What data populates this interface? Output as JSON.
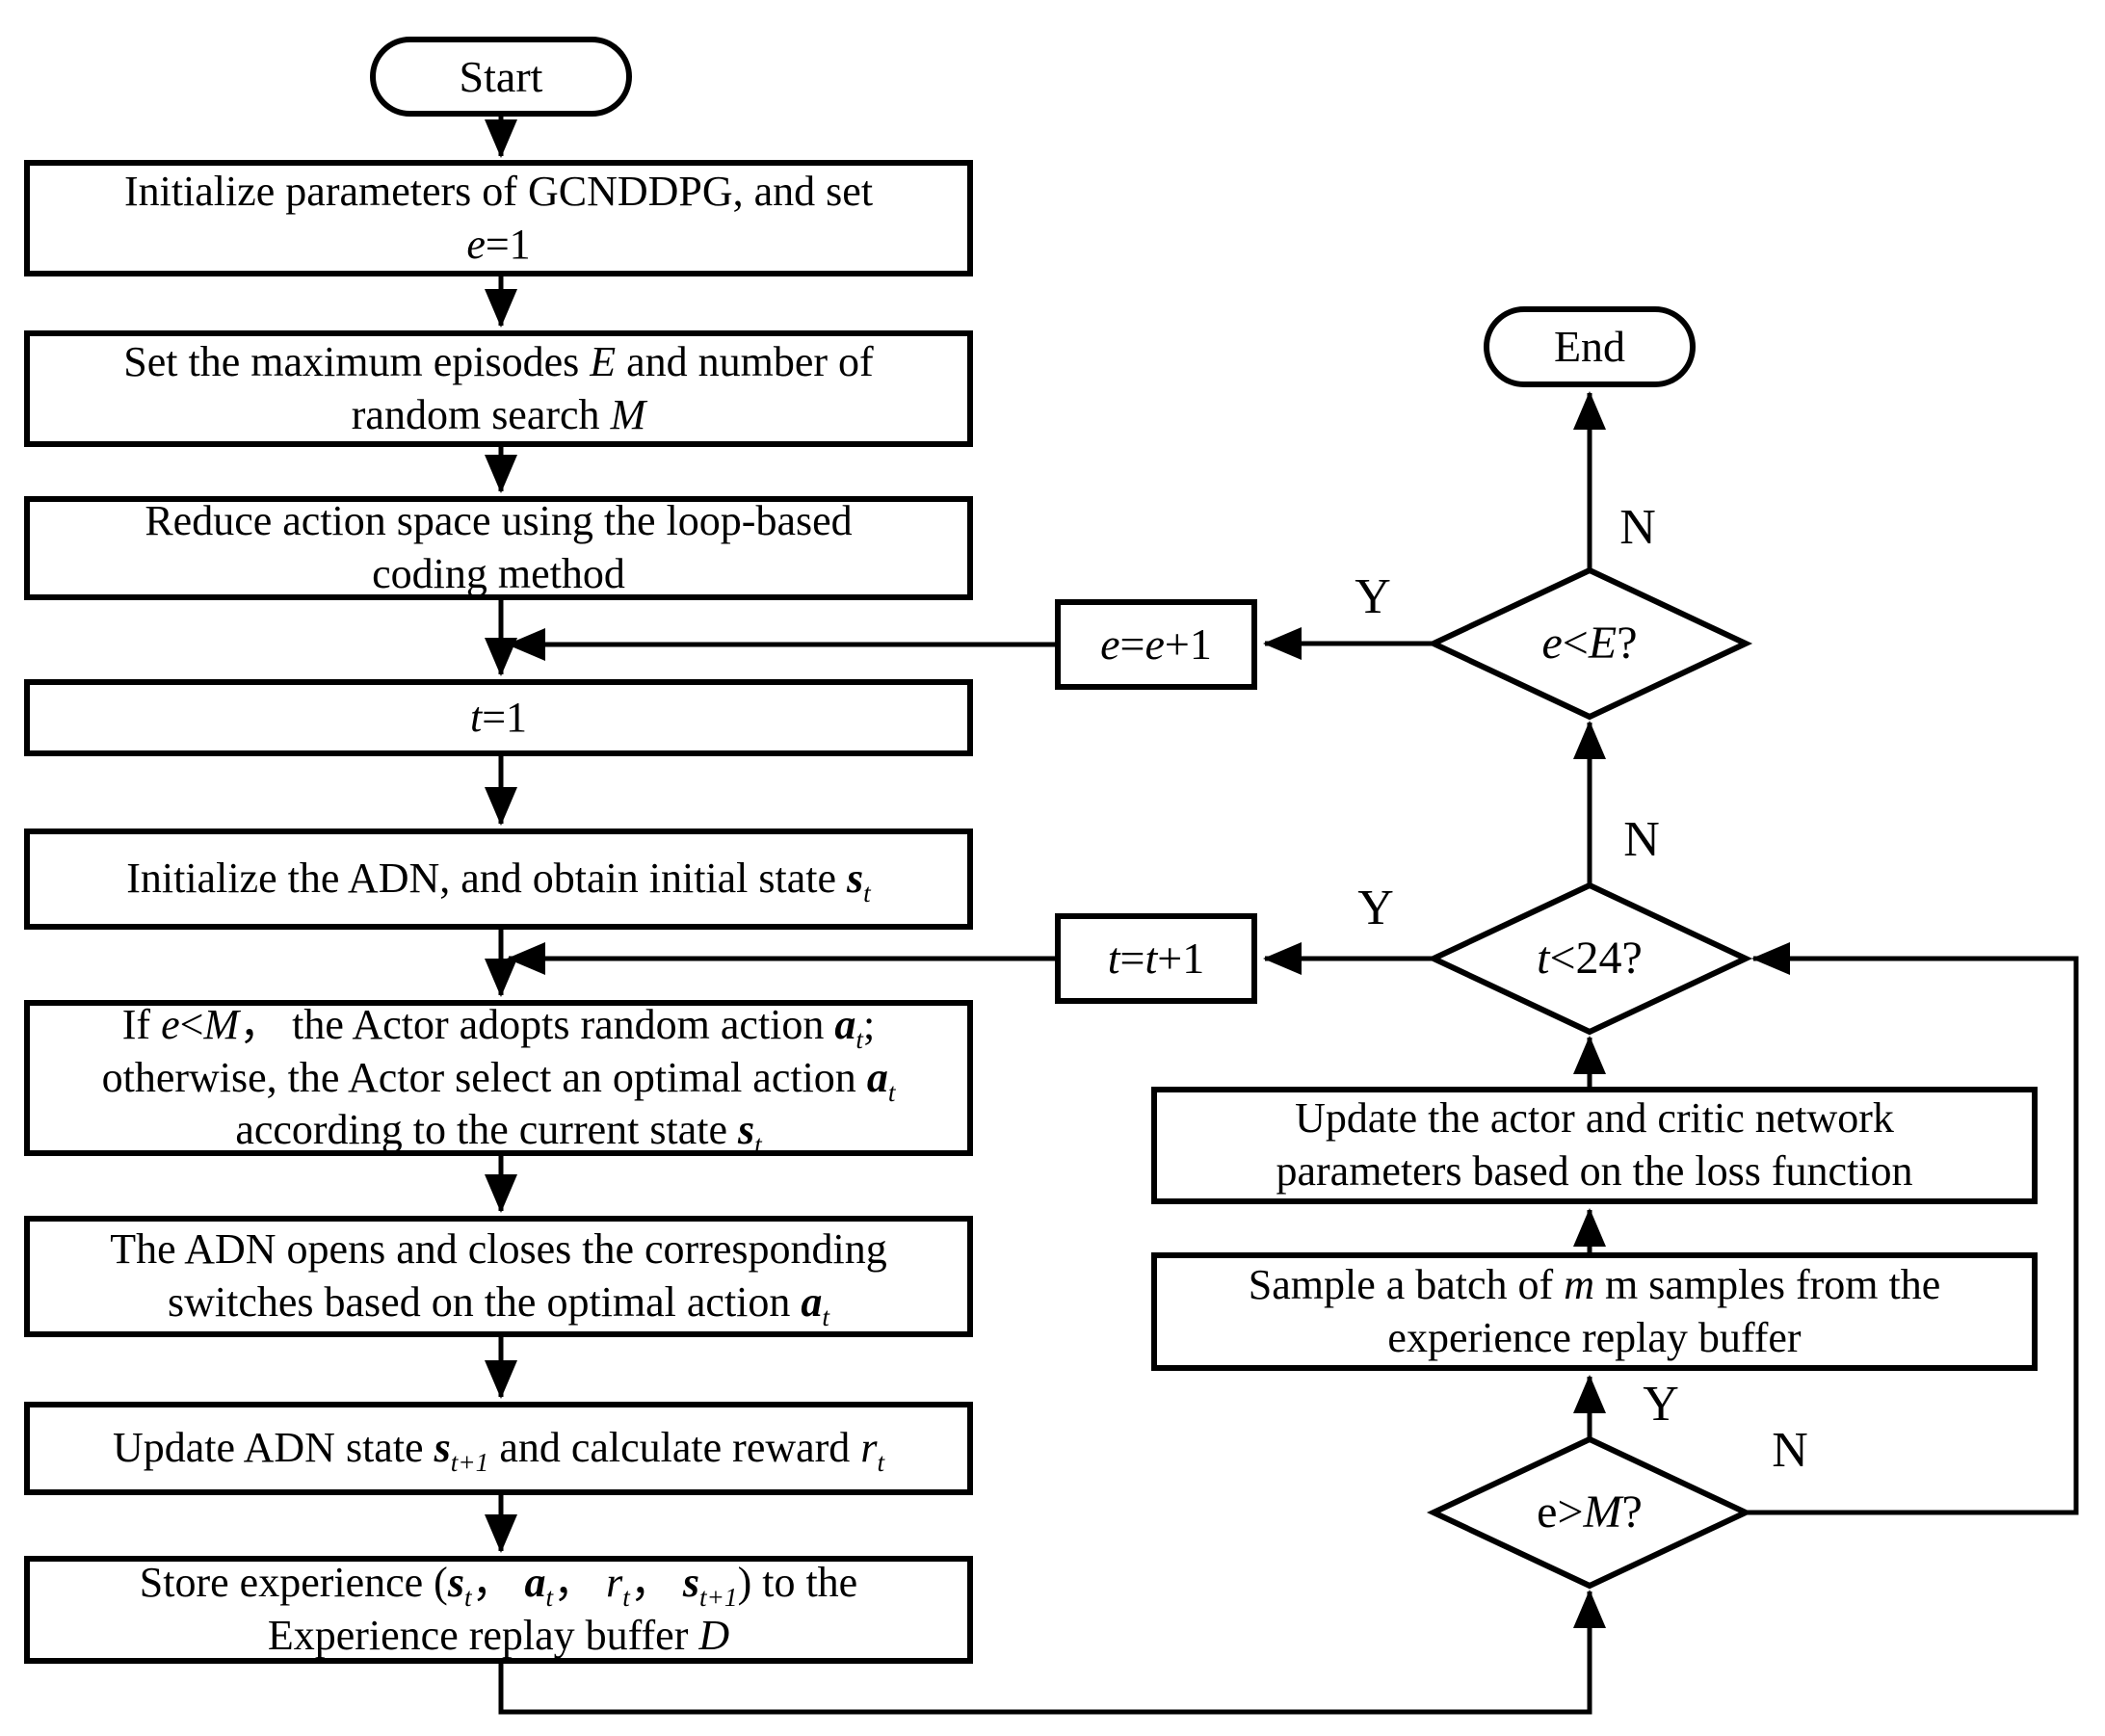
{
  "nodes": {
    "start": {
      "label": "Start"
    },
    "init_params": {
      "lines": [
        "Initialize parameters of GCNDDPG, and set",
        "*e*=1"
      ]
    },
    "set_max": {
      "lines": [
        "Set the maximum episodes *E* and number of",
        "random search *M*"
      ]
    },
    "reduce_space": {
      "lines": [
        "Reduce action space using the loop-based",
        "coding method"
      ]
    },
    "t_init": {
      "lines": [
        "*t*=1"
      ]
    },
    "init_adn": {
      "lines": [
        "Initialize the ADN, and obtain initial state **s**~t~"
      ]
    },
    "actor_action": {
      "lines": [
        "If *e*<*M*， the Actor adopts random action **a**~t~;",
        "otherwise, the Actor select an optimal action **a**~t~",
        "according to the current state **s**~t~"
      ]
    },
    "adn_switch": {
      "lines": [
        "The ADN opens and closes the corresponding",
        "switches based on the optimal action **a**~t~"
      ]
    },
    "update_state": {
      "lines": [
        "Update ADN state **s**~t+1~ and calculate reward *r*~t~"
      ]
    },
    "store_exp": {
      "lines": [
        "Store experience (**s**~t~， **a**~t~， *r*~t~， **s**~t+1~) to the",
        "Experience replay buffer *D*"
      ]
    },
    "e_increment": {
      "label": "*e*=*e*+1"
    },
    "t_increment": {
      "label": "*t*=*t*+1"
    },
    "update_net": {
      "lines": [
        "Update the actor and critic network",
        "parameters based on the loss function"
      ]
    },
    "sample_batch": {
      "lines": [
        "Sample a batch of *m* m samples from the",
        "experience replay buffer"
      ]
    },
    "cond_episode": {
      "label": "*e*<*E*?"
    },
    "cond_time": {
      "label": "*t*<24?"
    },
    "cond_random": {
      "label": "e>*M*?"
    },
    "end": {
      "label": "End"
    }
  },
  "edge_labels": {
    "ee_yes": "Y",
    "ee_no": "N",
    "t24_no": "N",
    "t24_yes": "Y",
    "em_yes": "Y",
    "em_no": "N"
  },
  "colors": {
    "stroke": "#000000",
    "fill": "#ffffff"
  }
}
